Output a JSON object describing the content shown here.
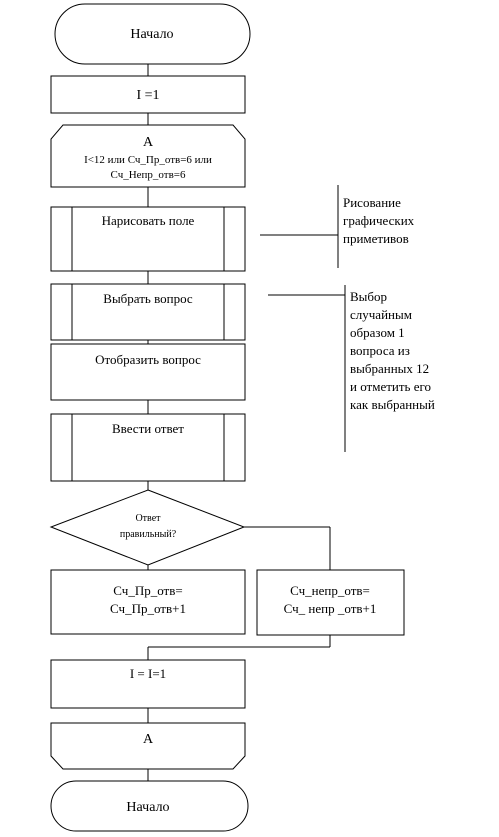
{
  "flowchart": {
    "start_label": "Начало",
    "init_label": "I =1",
    "loop_start": {
      "label": "A",
      "condition_line1": "I<12  или  Сч_Пр_отв=6 или",
      "condition_line2": "Сч_Непр_отв=6"
    },
    "draw_field_label": "Нарисовать поле",
    "choose_question_label": "Выбрать вопрос",
    "show_question_label": "Отобразить вопрос",
    "enter_answer_label": "Ввести ответ",
    "decision": {
      "line1": "Ответ",
      "line2": "правильный?"
    },
    "correct_branch": {
      "line1": "Сч_Пр_отв=",
      "line2": "Сч_Пр_отв+1"
    },
    "wrong_branch": {
      "line1": "Сч_непр_отв=",
      "line2": "Сч_ непр _отв+1"
    },
    "increment_label": "I = I=1",
    "loop_end_label": "A",
    "end_label": "Начало"
  },
  "comments": {
    "draw_note": [
      "Рисование",
      "графических",
      "приметивов"
    ],
    "choose_note": [
      "Выбор",
      "случайным",
      "образом 1",
      "вопроса из",
      "выбранных 12",
      "и отметить его",
      "как выбранный"
    ]
  }
}
